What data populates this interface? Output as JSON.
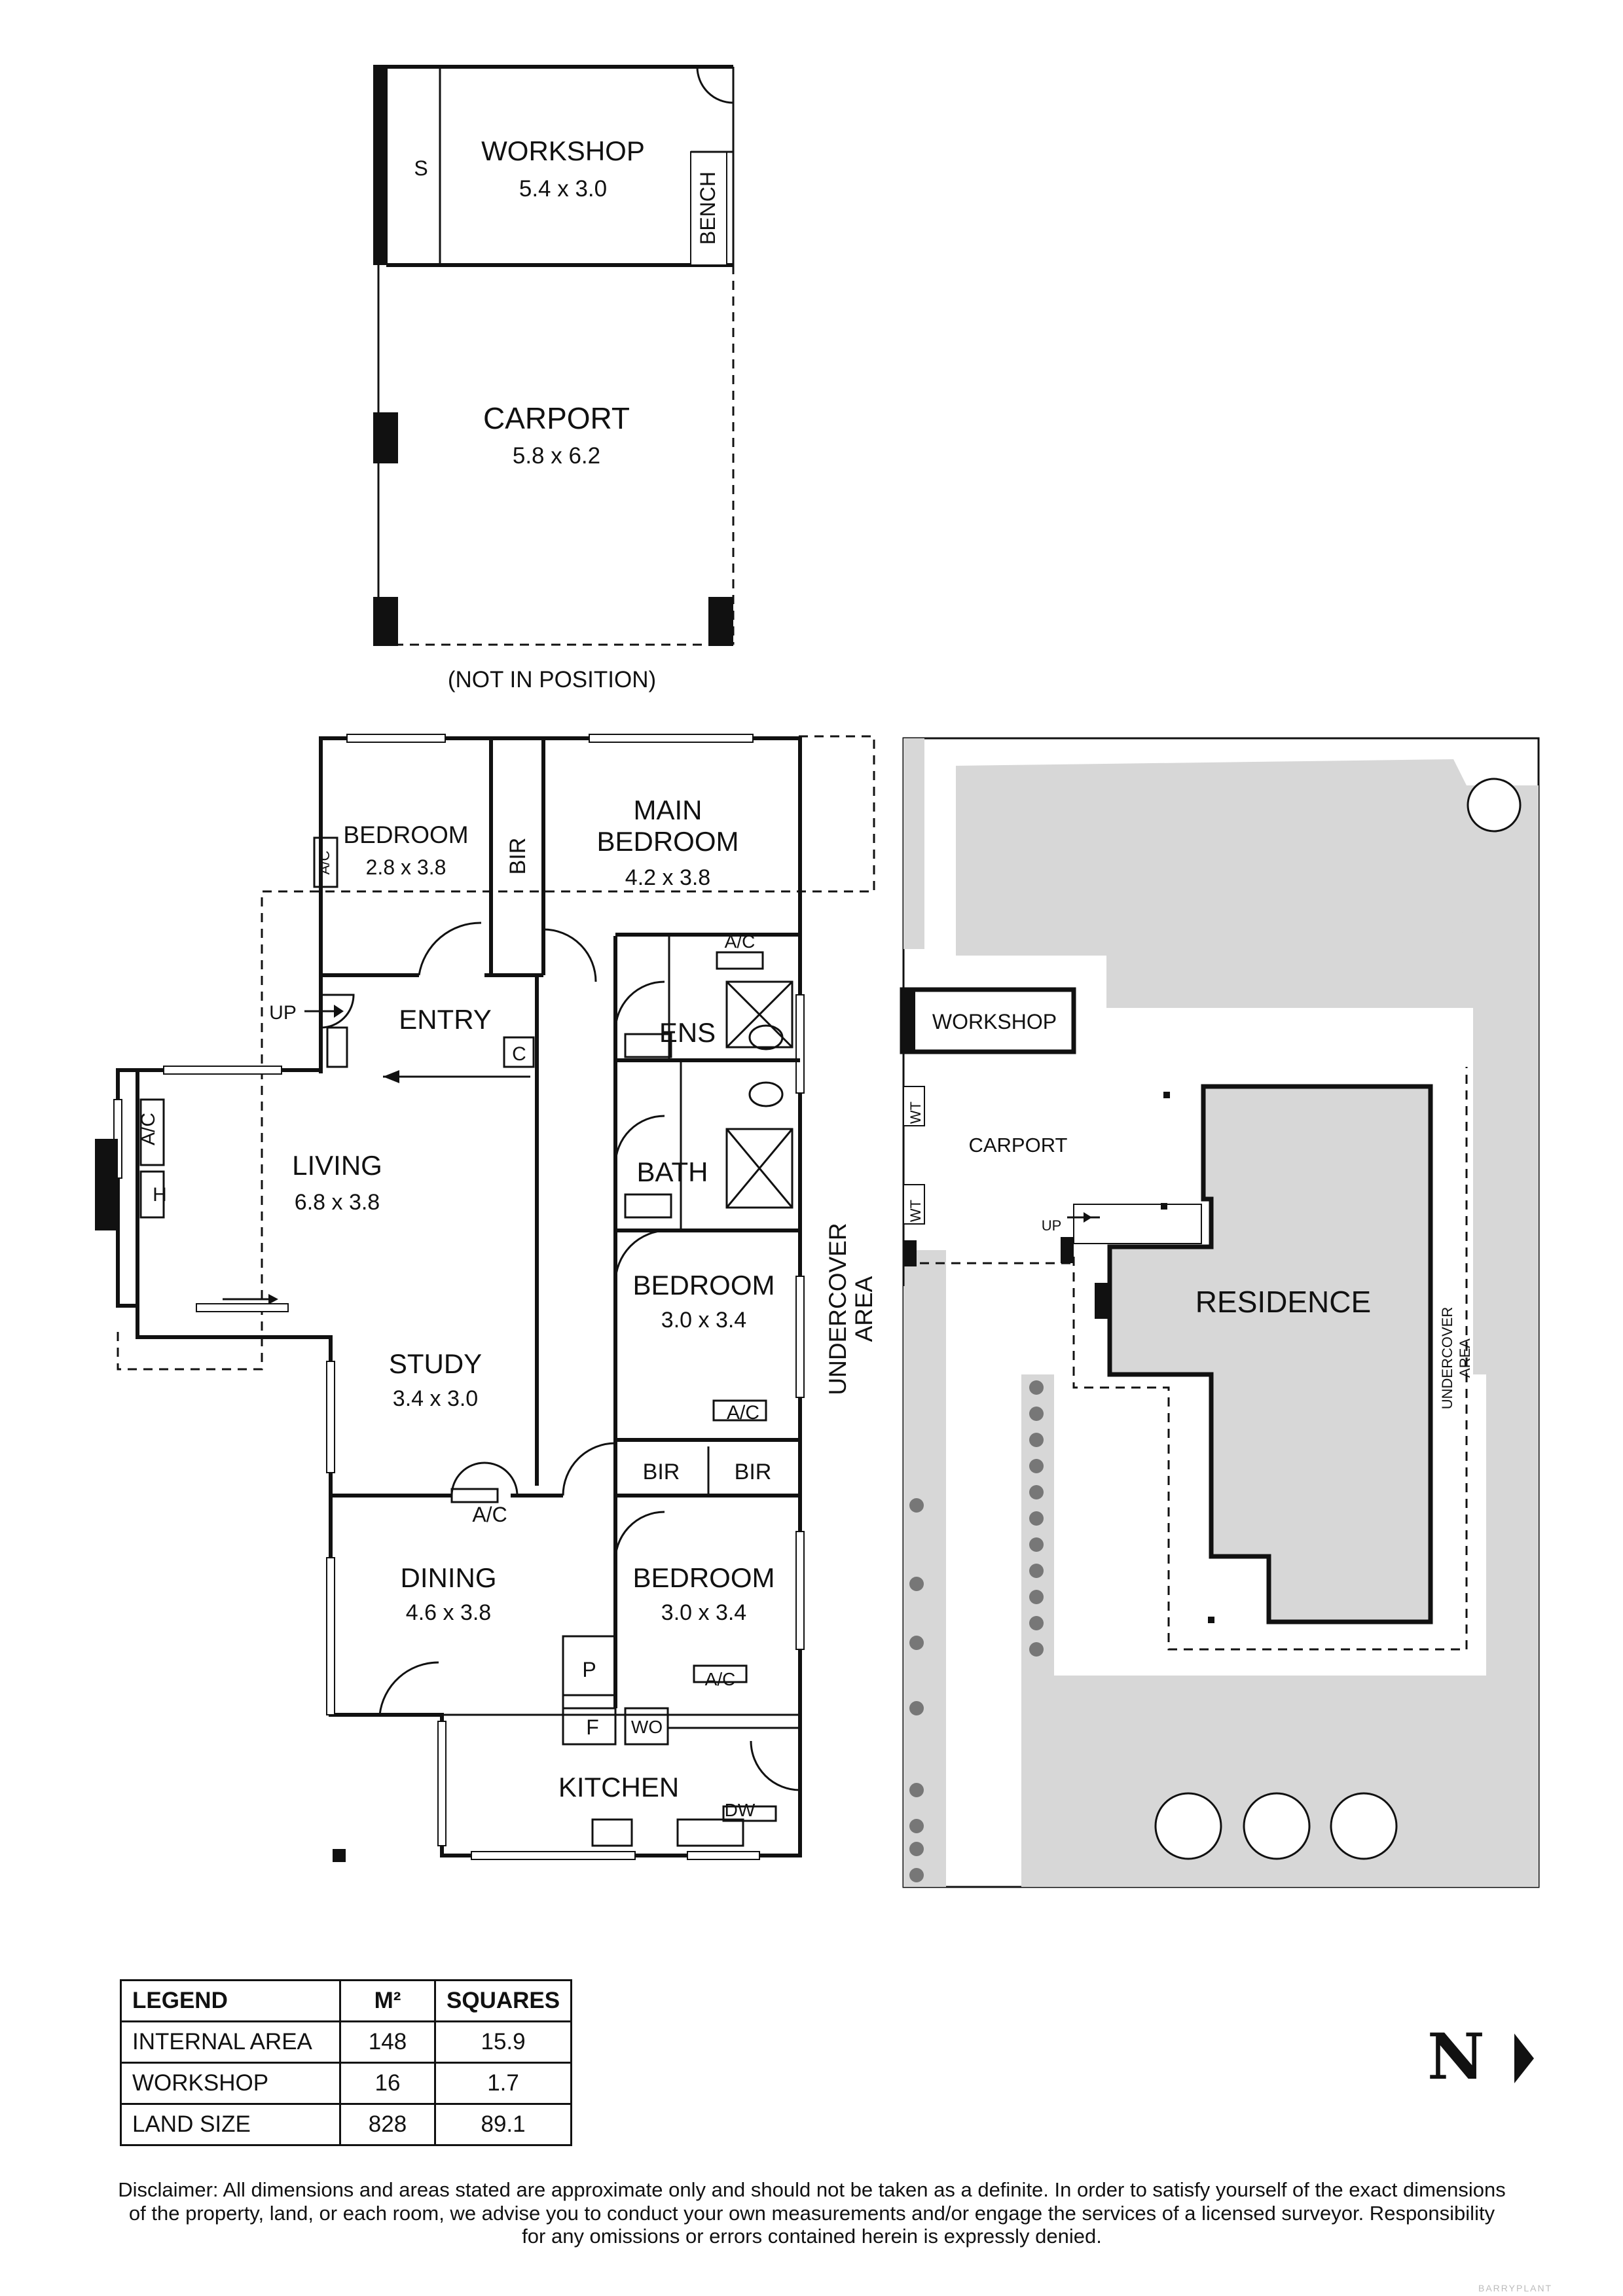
{
  "outbuilding": {
    "workshop": {
      "name": "WORKSHOP",
      "dims": "5.4 x 3.0"
    },
    "storage": "S",
    "bench": "BENCH",
    "carport": {
      "name": "CARPORT",
      "dims": "5.8 x 6.2"
    },
    "note": "(NOT IN POSITION)"
  },
  "house": {
    "bedroom_nw": {
      "name": "BEDROOM",
      "dims": "2.8 x 3.8"
    },
    "bir_top": "BIR",
    "main_bedroom": {
      "name_line1": "MAIN",
      "name_line2": "BEDROOM",
      "dims": "4.2 x 3.8"
    },
    "entry": "ENTRY",
    "cupboard": "C",
    "up": "UP",
    "ens": "ENS",
    "bath": "BATH",
    "living": {
      "name": "LIVING",
      "dims": "6.8 x 3.8"
    },
    "heater": "H",
    "study": {
      "name": "STUDY",
      "dims": "3.4 x 3.0"
    },
    "bedroom_mid": {
      "name": "BEDROOM",
      "dims": "3.0 x 3.4"
    },
    "bir_1": "BIR",
    "bir_2": "BIR",
    "dining": {
      "name": "DINING",
      "dims": "4.6 x 3.8"
    },
    "bedroom_se": {
      "name": "BEDROOM",
      "dims": "3.0 x 3.4"
    },
    "pantry": "P",
    "fridge": "F",
    "wo": "WO",
    "kitchen": "KITCHEN",
    "dw": "DW",
    "ac": "A/C",
    "undercover": {
      "line1": "UNDERCOVER",
      "line2": "AREA"
    }
  },
  "site": {
    "workshop": "WORKSHOP",
    "carport": "CARPORT",
    "residence": "RESIDENCE",
    "wt": "WT",
    "up": "UP",
    "undercover": {
      "line1": "UNDERCOVER",
      "line2": "AREA"
    }
  },
  "legend": {
    "headers": [
      "LEGEND",
      "M²",
      "SQUARES"
    ],
    "rows": [
      {
        "label": "INTERNAL AREA",
        "m2": "148",
        "squares": "15.9"
      },
      {
        "label": "WORKSHOP",
        "m2": "16",
        "squares": "1.7"
      },
      {
        "label": "LAND SIZE",
        "m2": "828",
        "squares": "89.1"
      }
    ]
  },
  "north": "N",
  "disclaimer": {
    "line1": "Disclaimer: All dimensions and areas stated are approximate only and should not be taken as a definite. In order to satisfy yourself of the exact dimensions",
    "line2": "of the property, land, or each room, we advise you to conduct your own measurements and/or engage the services of a licensed surveyor. Responsibility",
    "line3": "for any omissions or errors contained herein is expressly denied."
  },
  "watermark": "BARRYPLANT"
}
